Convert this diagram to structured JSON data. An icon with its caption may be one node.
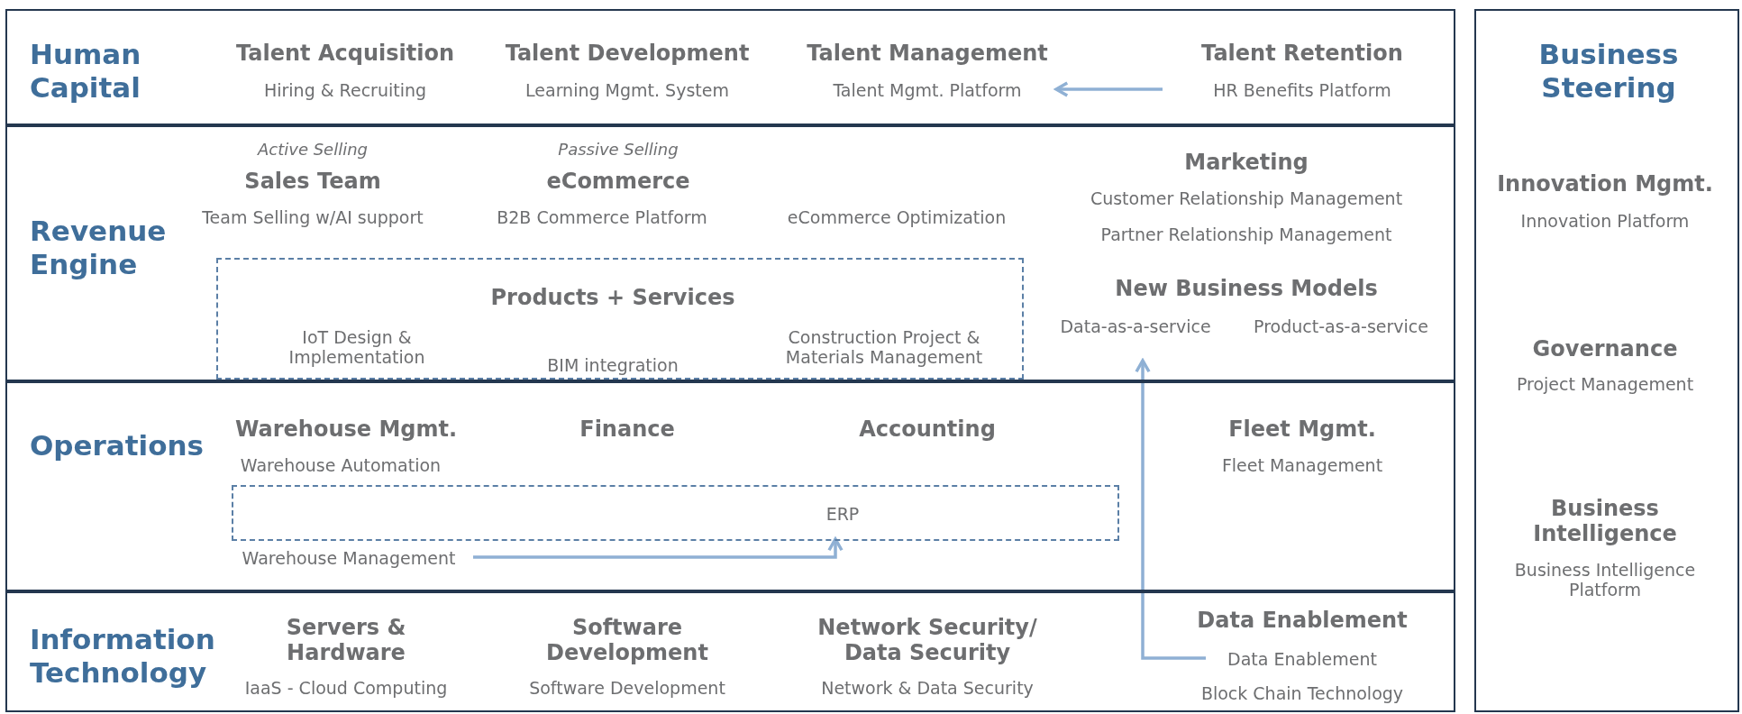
{
  "diagram": {
    "nodes": [
      {
        "text": [
          "Human Capital"
        ]
      },
      {
        "text": [
          "Talent Acquisition",
          "Hiring & Recruiting"
        ],
        "in": 0
      },
      {
        "text": [
          "Talent Development",
          "Learning Mgmt. System"
        ],
        "in": 0
      },
      {
        "text": [
          "Talent Management",
          "Talent Mgmt. Platform"
        ],
        "in": 0
      },
      {
        "text": [
          "Talent Retention",
          "HR Benefits Platform"
        ],
        "in": 0
      },
      {
        "text": [
          "Revenue Engine"
        ]
      },
      {
        "text": [
          "Active Selling",
          "Sales Team",
          "Team Selling w/AI support"
        ],
        "in": 5
      },
      {
        "text": [
          "Passive Selling",
          "eCommerce",
          "B2B Commerce Platform",
          "eCommerce Optimization"
        ],
        "in": 5
      },
      {
        "text": [
          "Marketing",
          "Customer Relationship Management",
          "Partner Relationship Management"
        ],
        "in": 5
      },
      {
        "text": [
          "Products + Services",
          "IoT Design & Implementation",
          "BIM integration",
          "Construction Project & Materials Management"
        ],
        "in": 5
      },
      {
        "text": [
          "New Business Models",
          "Data-as-a-service",
          "Product-as-a-service"
        ],
        "in": 5
      },
      {
        "text": [
          "Operations"
        ]
      },
      {
        "text": [
          "Warehouse Mgmt.",
          "Warehouse Automation"
        ],
        "in": 11
      },
      {
        "text": [
          "Finance"
        ],
        "in": 11
      },
      {
        "text": [
          "Accounting"
        ],
        "in": 11
      },
      {
        "text": [
          "Fleet Mgmt.",
          "Fleet Management"
        ],
        "in": 11
      },
      {
        "text": [
          "ERP"
        ],
        "in": 11
      },
      {
        "text": [
          "Warehouse Management"
        ],
        "in": 11
      },
      {
        "text": [
          "Information Technology"
        ]
      },
      {
        "text": [
          "Servers & Hardware",
          "IaaS - Cloud Computing"
        ],
        "in": 18
      },
      {
        "text": [
          "Software Development",
          "Software Development"
        ],
        "in": 18
      },
      {
        "text": [
          "Network Security/ Data Security",
          "Network & Data Security"
        ],
        "in": 18
      },
      {
        "text": [
          "Data Enablement"
        ],
        "in": 18
      },
      {
        "text": [
          "Data Enablement"
        ],
        "in": 18
      },
      {
        "text": [
          "Block Chain Technology"
        ],
        "in": 18
      },
      {
        "text": [
          "Business Steering"
        ]
      },
      {
        "text": [
          "Innovation Mgmt.",
          "Innovation Platform"
        ],
        "in": 25
      },
      {
        "text": [
          "Governance",
          "Project Management"
        ],
        "in": 25
      },
      {
        "text": [
          "Business Intelligence",
          "Business Intelligence Platform"
        ],
        "in": 25
      }
    ],
    "edges": [
      {
        "from": 4,
        "to": 3,
        "arrow": "to"
      },
      {
        "from": 17,
        "to": 16,
        "arrow": "to"
      },
      {
        "from": 23,
        "to": 10,
        "arrow": "to"
      }
    ]
  }
}
